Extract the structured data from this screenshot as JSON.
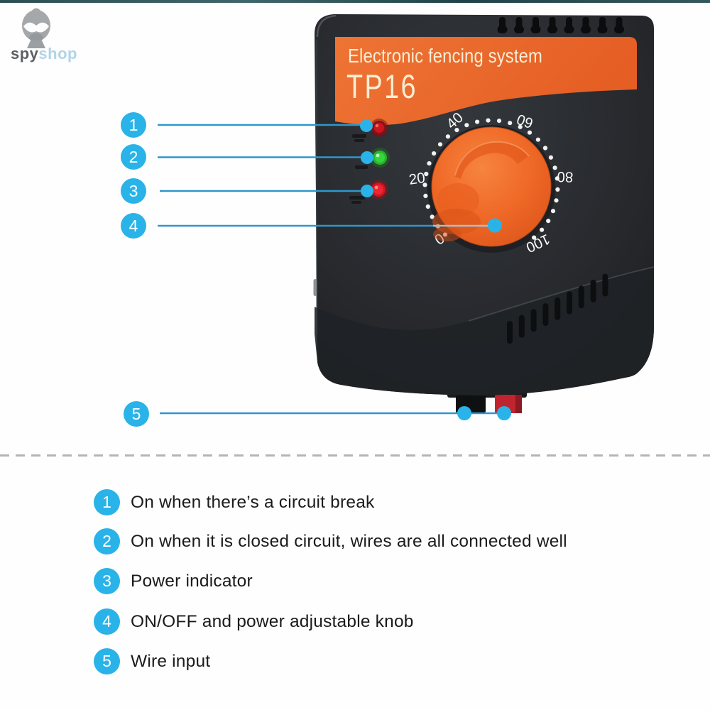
{
  "brand": {
    "logo_text_bold": "spy",
    "logo_text_light": "shop"
  },
  "device": {
    "title": "Electronic fencing system",
    "model": "TP16",
    "dial_labels": [
      "0",
      "20",
      "40",
      "60",
      "80",
      "100"
    ]
  },
  "callout_numbers": [
    "1",
    "2",
    "3",
    "4",
    "5"
  ],
  "legend": [
    {
      "num": "1",
      "text": "On when there’s a circuit break"
    },
    {
      "num": "2",
      "text": "On when it is closed circuit, wires are all connected well"
    },
    {
      "num": "3",
      "text": "Power indicator"
    },
    {
      "num": "4",
      "text": "ON/OFF and power adjustable knob"
    },
    {
      "num": "5",
      "text": "Wire input"
    }
  ],
  "colors": {
    "accent_blue": "#29b3e8",
    "line_blue": "#2f97ca",
    "device_body": "#2b2e32",
    "panel_orange": "#e96528",
    "knob_orange": "#ef6a28",
    "label_cream": "#f7eed6",
    "led_red": "#d41622",
    "led_green": "#35d53e",
    "terminal_red": "#c0252f",
    "text_dark": "#1b1b1b"
  }
}
